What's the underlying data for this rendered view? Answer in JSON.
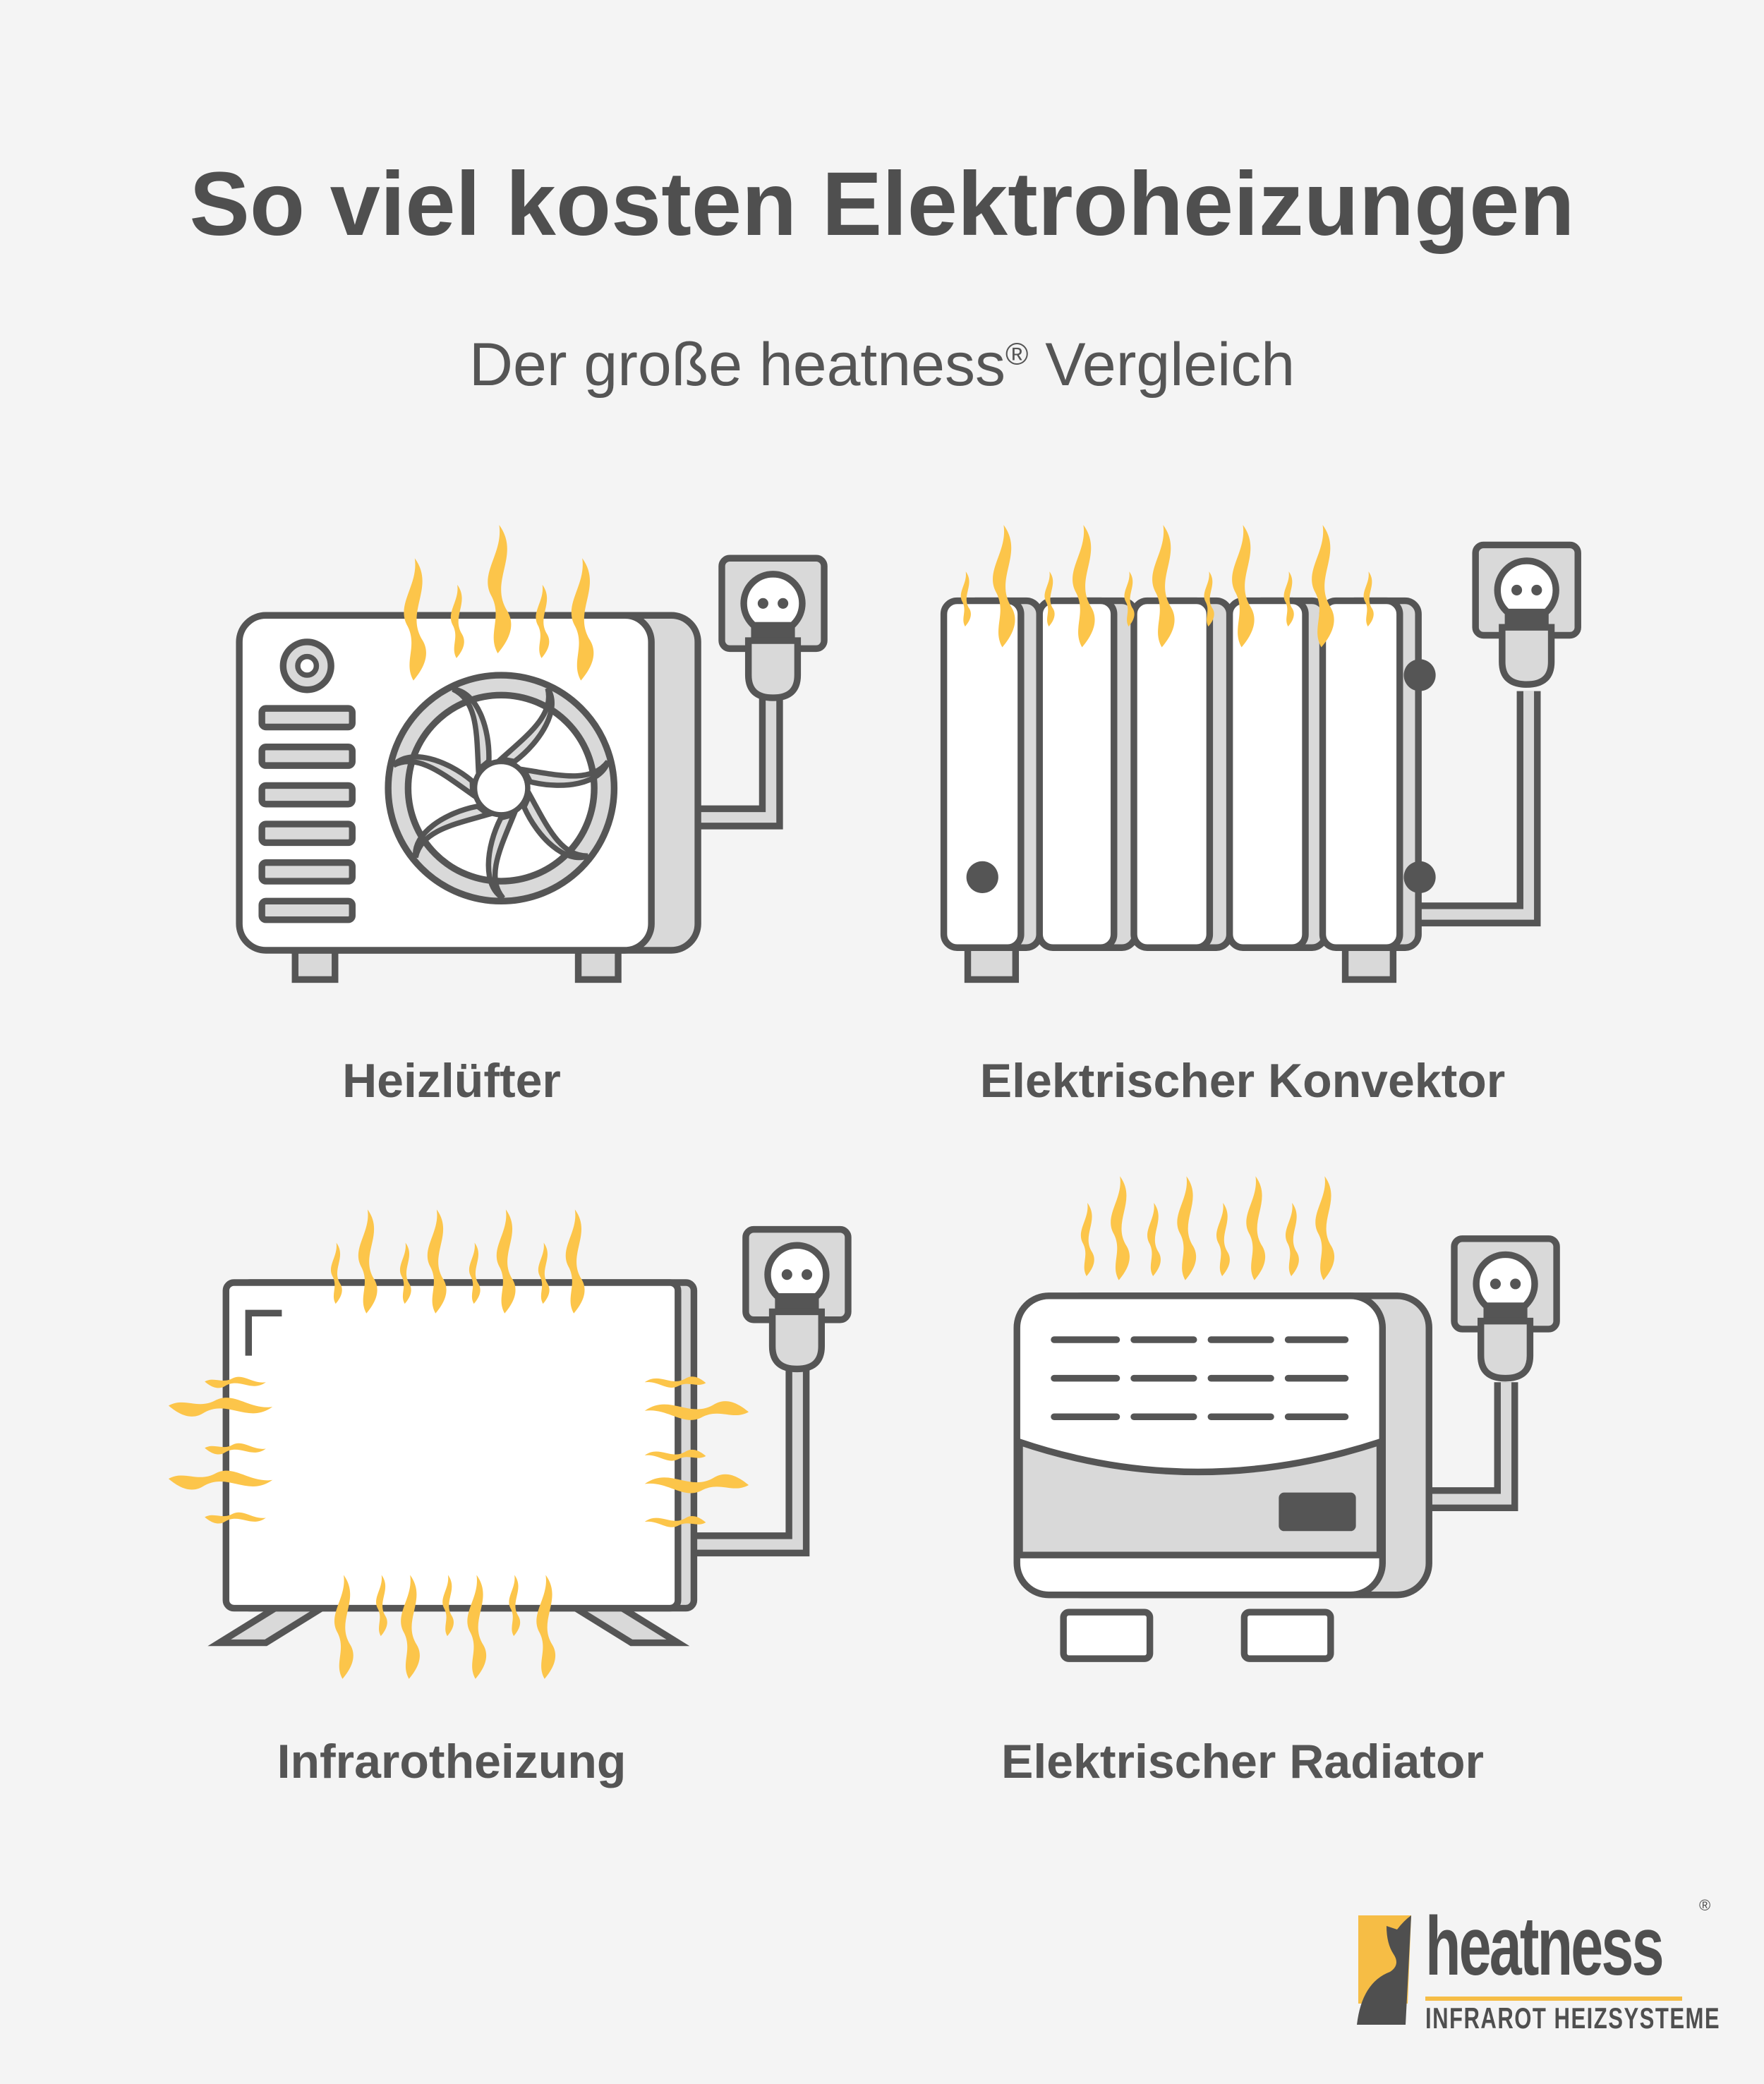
{
  "header": {
    "title": "So viel kosten Elektroheizungen",
    "subtitle_main": "Der große heatness",
    "subtitle_reg": "®",
    "subtitle_end": " Vergleich"
  },
  "heaters": [
    {
      "label": "Heizlüfter",
      "icon": "fan-heater-icon"
    },
    {
      "label": "Elektrischer Konvektor",
      "icon": "convector-icon"
    },
    {
      "label": "Infrarotheizung",
      "icon": "infrared-panel-icon"
    },
    {
      "label": "Elektrischer Radiator",
      "icon": "radiator-icon"
    }
  ],
  "logo": {
    "word": "heatness",
    "reg": "®",
    "tagline": "INFRAROT HEIZSYSTEME"
  },
  "colors": {
    "flame": "#fcc54a",
    "stroke": "#555555",
    "fill_gray": "#d9d9d9",
    "background": "#f4f4f4"
  }
}
